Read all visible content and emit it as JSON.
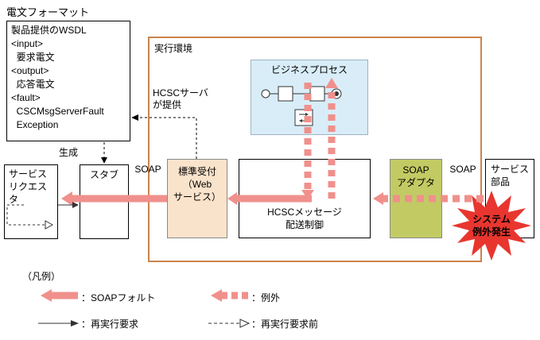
{
  "message_format": {
    "title": "電文フォーマット",
    "content": "製品提供のWSDL\n<input>\n  要求電文\n<output>\n  応答電文\n<fault>\n  CSCMsgServerFault\n  Exception"
  },
  "annotations": {
    "generate": "生成",
    "hcsc_provided": "HCSCサーバ\nが提供",
    "execution_env": "実行環境",
    "soap_left": "SOAP",
    "soap_right": "SOAP"
  },
  "nodes": {
    "service_requester": "サービス\nリクエス\nタ",
    "stub": "スタブ",
    "standard_reception": "標準受付\n（Web\nサービス）",
    "business_process": "ビジネスプロセス",
    "hcsc_message_control": "HCSCメッセージ\n配送制御",
    "soap_adapter": "SOAP\nアダプタ",
    "service_component": "サービス\n部品",
    "system_exception": "システム\n例外発生"
  },
  "legend": {
    "title": "（凡例）",
    "items": [
      {
        "symbol": "thick-solid-pink-arrow",
        "label": "：SOAPフォルト"
      },
      {
        "symbol": "thick-dashed-pink-arrow",
        "label": "：例外"
      },
      {
        "symbol": "thin-solid-arrow",
        "label": "：再実行要求"
      },
      {
        "symbol": "thin-dashed-arrow",
        "label": "：再実行要求前"
      }
    ]
  },
  "colors": {
    "soap_fault": "#f0908c",
    "execution_border": "#c9834c",
    "business_process_bg": "#d9edf8",
    "reception_bg": "#fae3cb",
    "adapter_bg": "#c2cb63",
    "exception_burst": "#e8362f"
  }
}
